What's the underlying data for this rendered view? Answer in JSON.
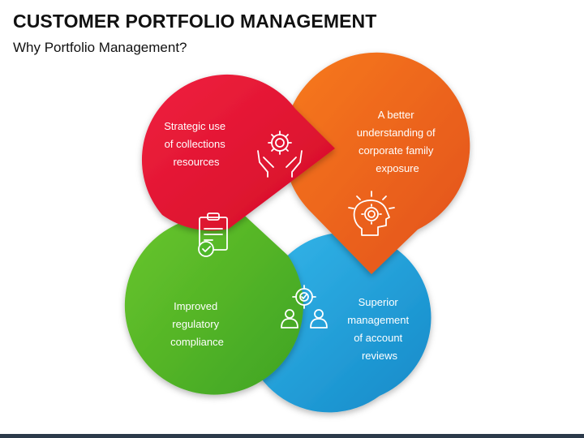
{
  "slide": {
    "title": "CUSTOMER PORTFOLIO MANAGEMENT",
    "subtitle": "Why Portfolio Management?"
  },
  "petals": [
    {
      "name": "red",
      "color": "#e8102e",
      "lines": [
        "Strategic use",
        "of collections",
        "resources"
      ],
      "icon": "gear-hands-icon"
    },
    {
      "name": "orange",
      "color": "#f2621b",
      "lines": [
        "A better",
        "understanding of",
        "corporate family",
        "exposure"
      ],
      "icon": "head-gear-bulb-icon"
    },
    {
      "name": "green",
      "color": "#4fb82a",
      "lines": [
        "Improved",
        "regulatory",
        "compliance"
      ],
      "icon": "clipboard-check-icon"
    },
    {
      "name": "blue",
      "color": "#1f9fd8",
      "lines": [
        "Superior",
        "management",
        "of account",
        "reviews"
      ],
      "icon": "team-gear-icon"
    }
  ]
}
